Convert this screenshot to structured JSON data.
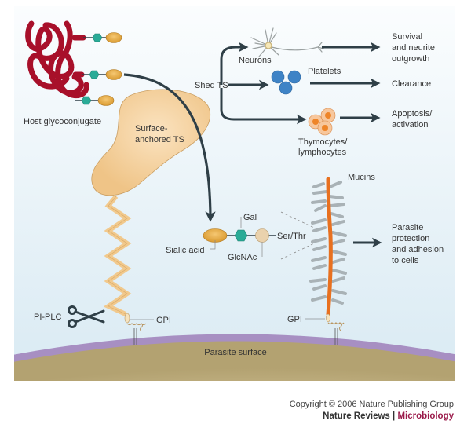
{
  "figure": {
    "labels": {
      "host_glycoconjugate": "Host glycoconjugate",
      "surface_anchored_ts_line1": "Surface-",
      "surface_anchored_ts_line2": "anchored TS",
      "shed_ts": "Shed TS",
      "neurons": "Neurons",
      "platelets": "Platelets",
      "thymocytes_line1": "Thymocytes/",
      "thymocytes_line2": "lymphocytes",
      "survival_line1": "Survival",
      "survival_line2": "and neurite",
      "survival_line3": "outgrowth",
      "clearance": "Clearance",
      "apoptosis_line1": "Apoptosis/",
      "apoptosis_line2": "activation",
      "gal": "Gal",
      "sialic_acid": "Sialic acid",
      "glcnac": "GlcNAc",
      "ser_thr": "Ser/Thr",
      "mucins": "Mucins",
      "parasite_protection_line1": "Parasite",
      "parasite_protection_line2": "protection",
      "parasite_protection_line3": "and adhesion",
      "parasite_protection_line4": "to cells",
      "pi_plc": "PI-PLC",
      "gpi_left": "GPI",
      "gpi_right": "GPI",
      "parasite_surface": "Parasite surface"
    },
    "colors": {
      "background": "#e3eff6",
      "glycoconjugate": "#a8102a",
      "sialic_acid": "#e2a640",
      "gal": "#2aab97",
      "glcnac": "#e9cfa6",
      "ts_enzyme": "#f1c98d",
      "arrow": "#2f3f47",
      "mucin_core": "#e8701f",
      "mucin_glycans": "#a9b2b6",
      "membrane": "#a78fc2",
      "parasite_body": "#bfae7e",
      "platelets": "#3e83c6",
      "lymphocytes": "#f2a86b"
    }
  },
  "credits": {
    "copyright": "Copyright © 2006 Nature Publishing Group",
    "journal": "Nature Reviews",
    "separator": " | ",
    "subjournal": "Microbiology"
  }
}
